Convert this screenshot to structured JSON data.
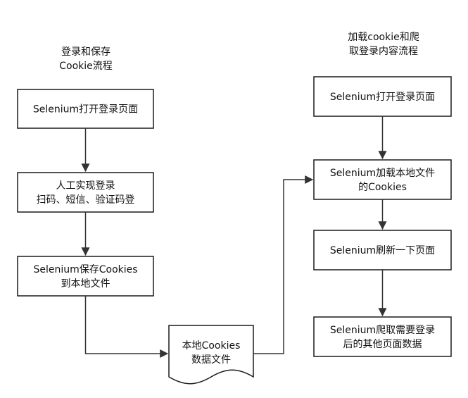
{
  "titles": {
    "left": [
      "登录和保存",
      "Cookie流程"
    ],
    "right": [
      "加载cookie和爬",
      "取登录内容流程"
    ]
  },
  "left_flow": {
    "step1": [
      "Selenium打开登录页面"
    ],
    "step2": [
      "人工实现登录",
      "扫码、短信、验证码登"
    ],
    "step3": [
      "Selenium保存Cookies",
      "到本地文件"
    ]
  },
  "file_node": [
    "本地Cookies",
    "数据文件"
  ],
  "right_flow": {
    "step1": [
      "Selenium打开登录页面"
    ],
    "step2": [
      "Selenium加载本地文件",
      "的Cookies"
    ],
    "step3": [
      "Selenium刷新一下页面"
    ],
    "step4": [
      "Selenium爬取需要登录",
      "后的其他页面数据"
    ]
  },
  "colors": {
    "stroke": "#1a1a1a",
    "fill": "#ffffff",
    "arrow": "#333333",
    "text": "#111111"
  }
}
